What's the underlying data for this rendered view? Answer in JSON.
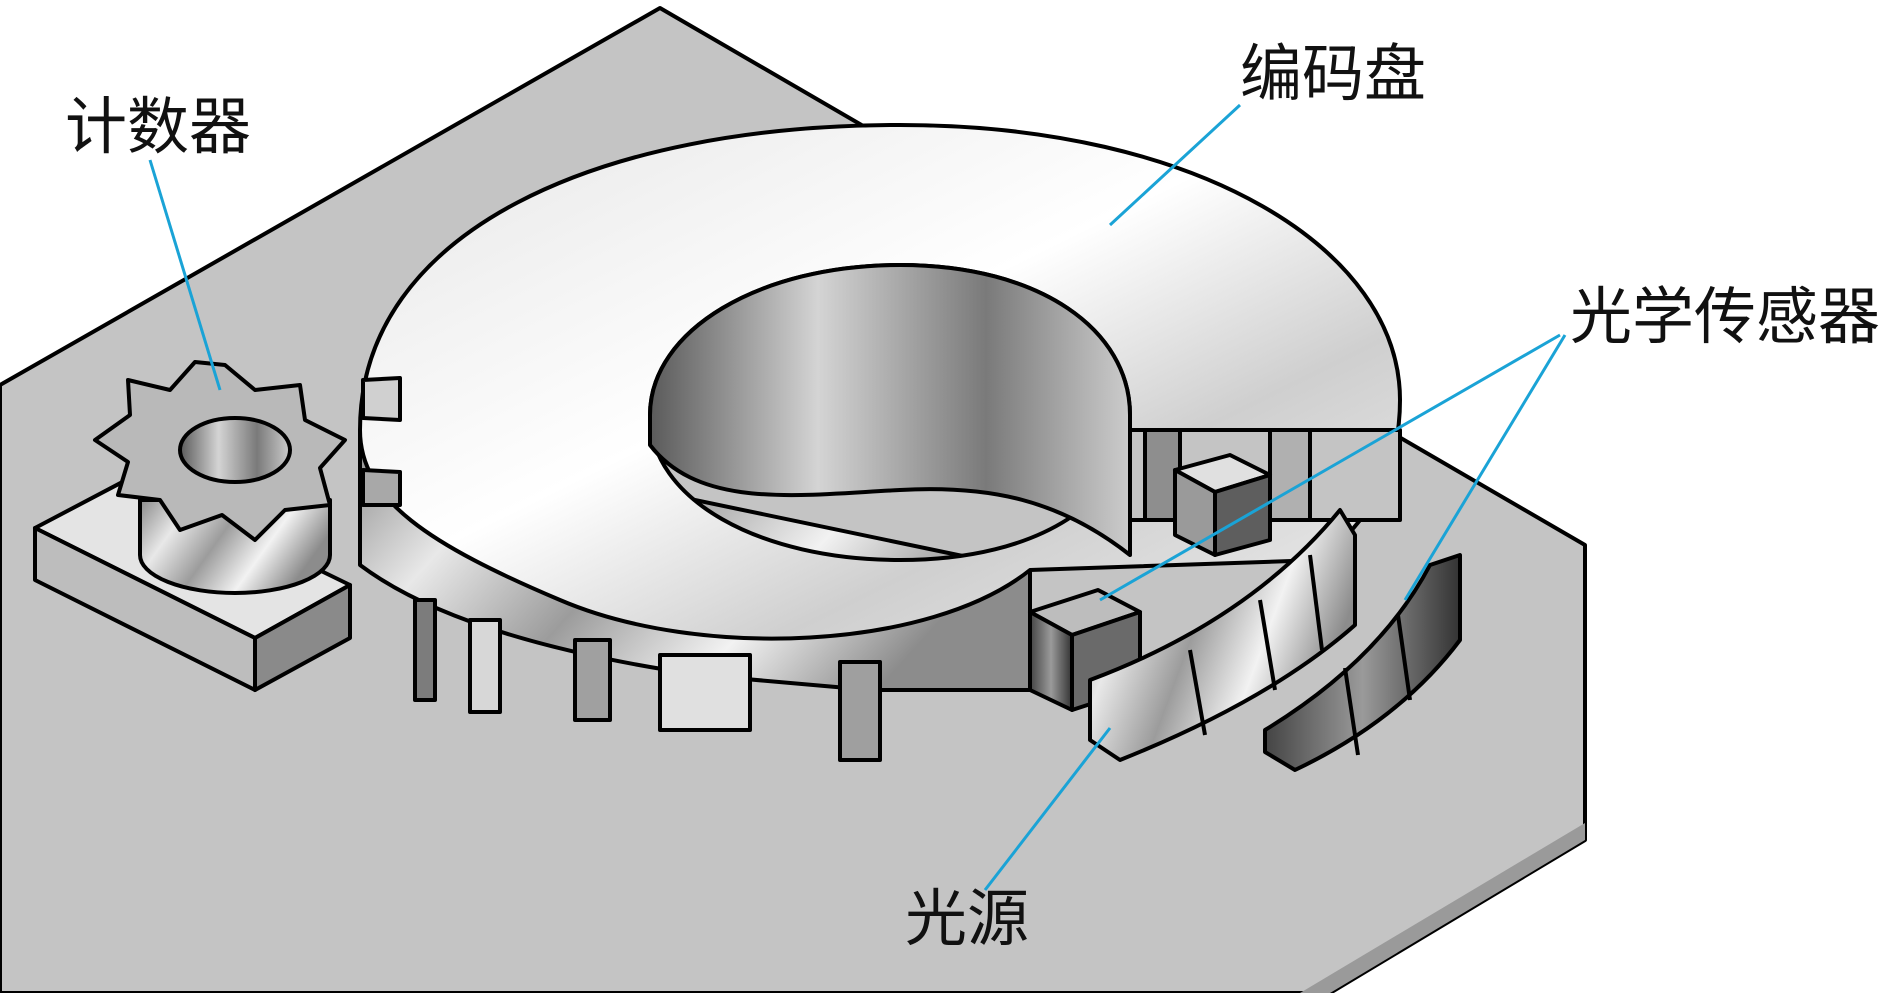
{
  "labels": {
    "counter": "计数器",
    "encoder_disk": "编码盘",
    "optical_sensor": "光学传感器",
    "light_source": "光源"
  },
  "colors": {
    "leader_line": "#1aa3d6",
    "outline": "#000000",
    "plate": "#bdbdbd"
  }
}
